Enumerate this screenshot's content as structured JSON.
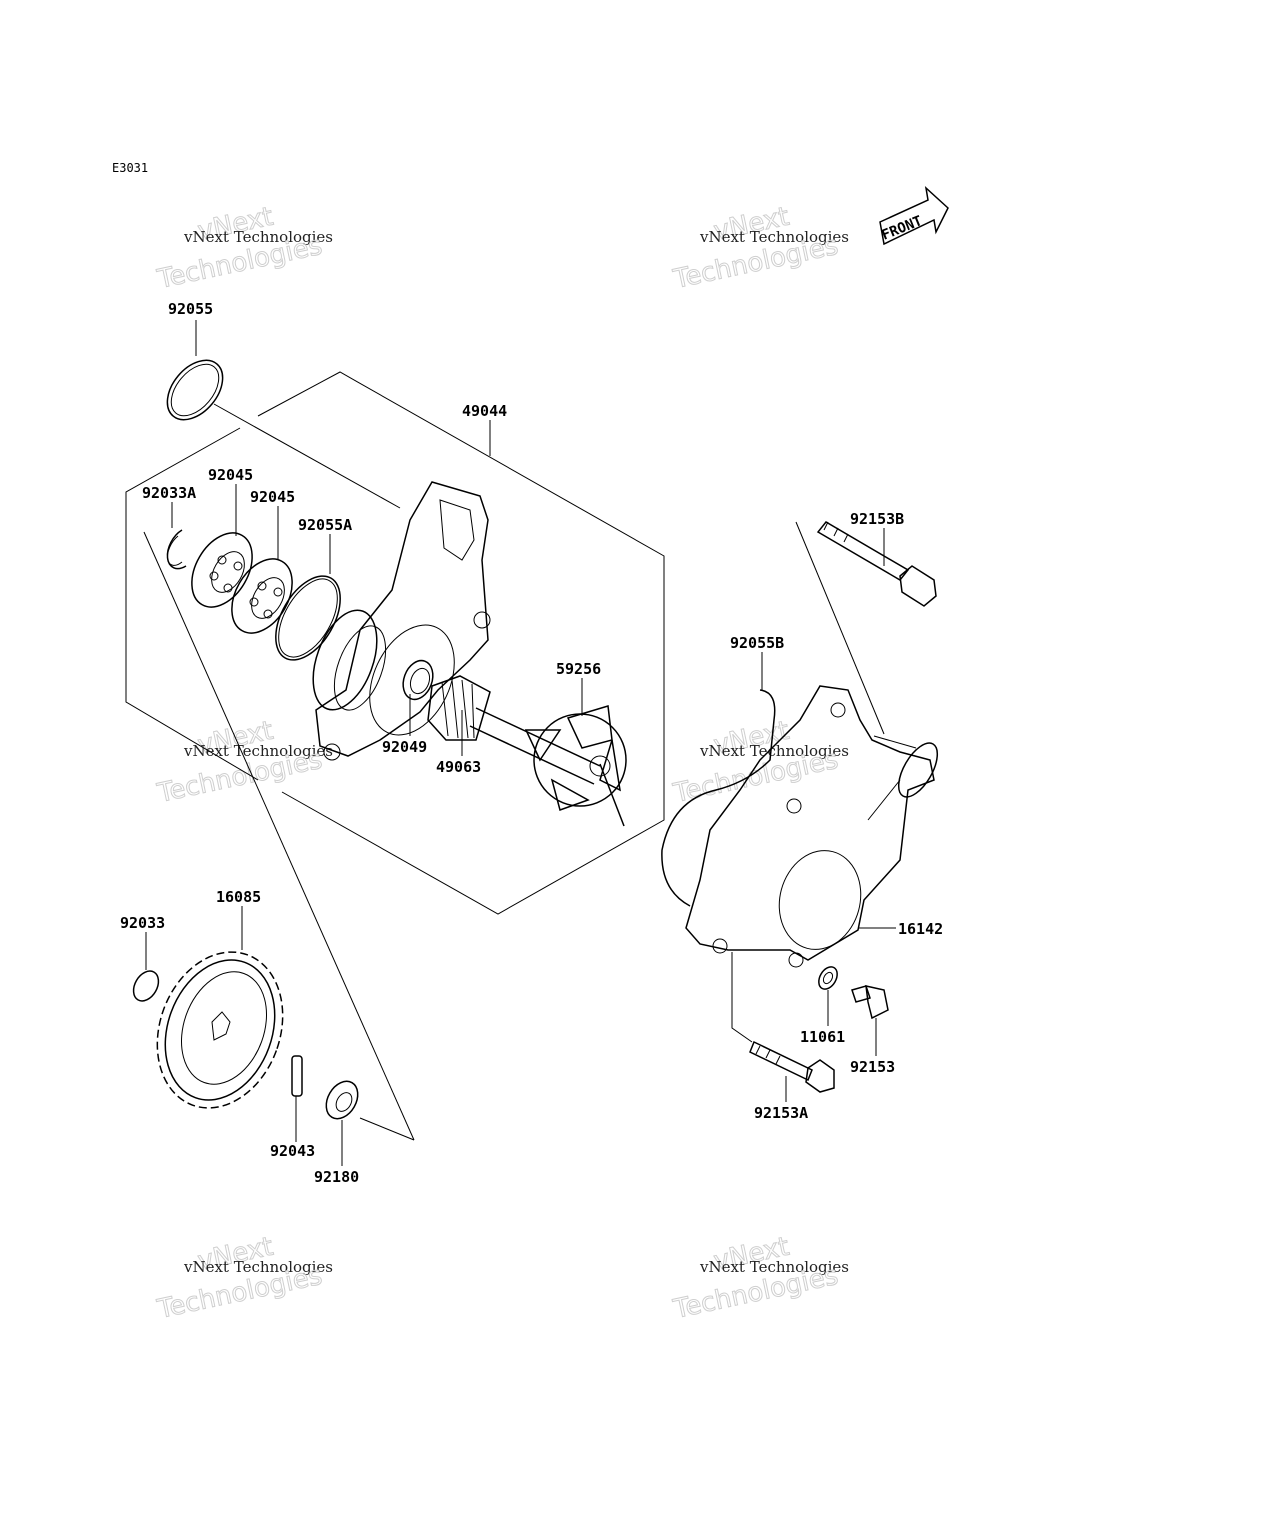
{
  "diagram_code": "E3031",
  "front_arrow_label": "FRONT",
  "watermark": {
    "small": "vNext Technologies",
    "big_top": "vNext",
    "big_bottom": "Technologies"
  },
  "parts": [
    {
      "id": "p92055",
      "label": "92055"
    },
    {
      "id": "p49044",
      "label": "49044"
    },
    {
      "id": "p92045a",
      "label": "92045"
    },
    {
      "id": "p92045b",
      "label": "92045"
    },
    {
      "id": "p92033A",
      "label": "92033A"
    },
    {
      "id": "p92055A",
      "label": "92055A"
    },
    {
      "id": "p92153B",
      "label": "92153B"
    },
    {
      "id": "p92055B",
      "label": "92055B"
    },
    {
      "id": "p59256",
      "label": "59256"
    },
    {
      "id": "p92049",
      "label": "92049"
    },
    {
      "id": "p49063",
      "label": "49063"
    },
    {
      "id": "p16085",
      "label": "16085"
    },
    {
      "id": "p92033",
      "label": "92033"
    },
    {
      "id": "p16142",
      "label": "16142"
    },
    {
      "id": "p11061",
      "label": "11061"
    },
    {
      "id": "p92153",
      "label": "92153"
    },
    {
      "id": "p92153A",
      "label": "92153A"
    },
    {
      "id": "p92043",
      "label": "92043"
    },
    {
      "id": "p92180",
      "label": "92180"
    }
  ]
}
